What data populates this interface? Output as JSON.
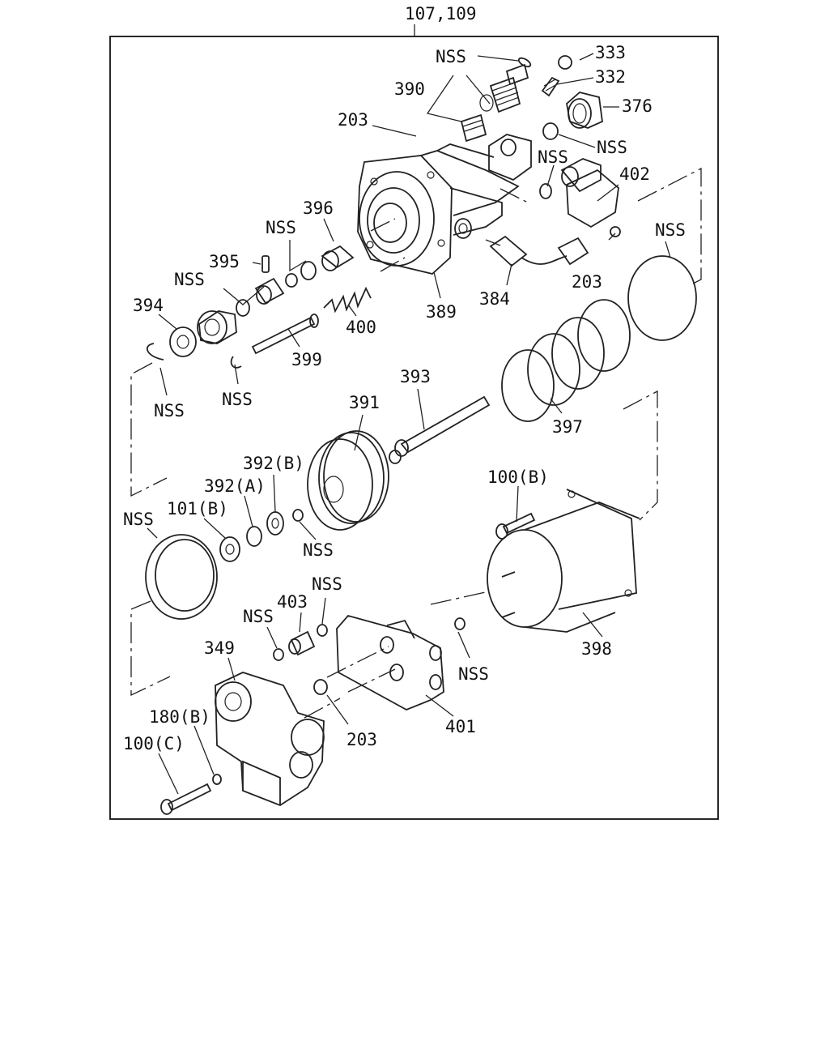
{
  "diagram": {
    "header_label": "107,109",
    "labels": {
      "l333": "333",
      "l332": "332",
      "l376": "376",
      "l390": "390",
      "l203_top": "203",
      "l402": "402",
      "l203_right": "203",
      "l396": "396",
      "l395": "395",
      "l394": "394",
      "l389": "389",
      "l384": "384",
      "l400": "400",
      "l399": "399",
      "l393": "393",
      "l391": "391",
      "l397": "397",
      "l392b": "392(B)",
      "l392a": "392(A)",
      "l101b": "101(B)",
      "l100b": "100(B)",
      "l403": "403",
      "l349": "349",
      "l180b": "180(B)",
      "l100c": "100(C)",
      "l203_bottom": "203",
      "l401": "401",
      "l398": "398",
      "nss_top": "NSS",
      "nss_376": "NSS",
      "nss_elbow": "NSS",
      "nss_ring_right": "NSS",
      "nss_396": "NSS",
      "nss_395": "NSS",
      "nss_snapring": "NSS",
      "nss_clip": "NSS",
      "nss_392": "NSS",
      "nss_seal": "NSS",
      "nss_403a": "NSS",
      "nss_403b": "NSS",
      "nss_401": "NSS"
    }
  }
}
